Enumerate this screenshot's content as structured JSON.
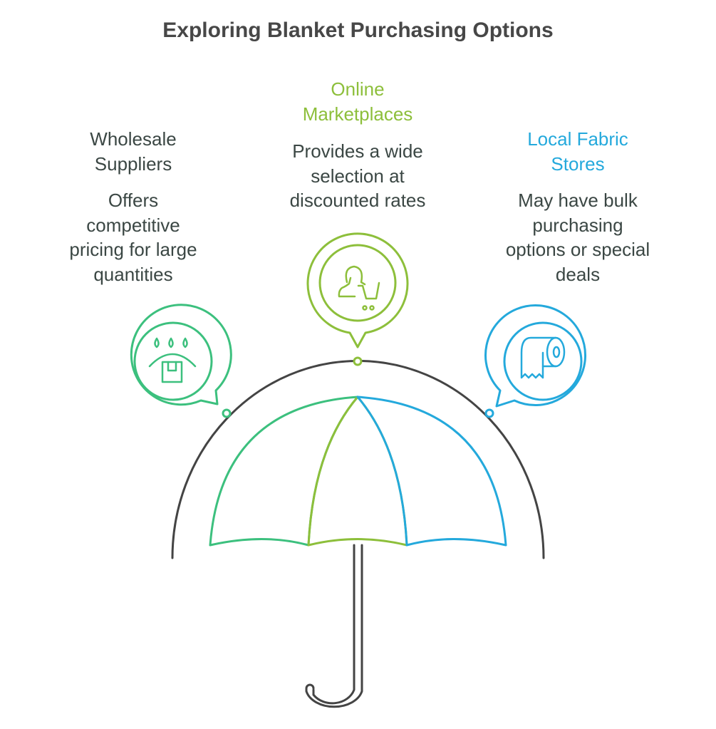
{
  "title": "Exploring Blanket Purchasing Options",
  "colors": {
    "wholesale": "#3cc07e",
    "online": "#8dbf3b",
    "local": "#24a9dc",
    "umbrella": "#444444",
    "text": "#3b4744"
  },
  "options": [
    {
      "heading": "Wholesale\nSuppliers",
      "description": "Offers\ncompetitive\npricing for large\nquantities",
      "icon": "rain-drops-box-icon"
    },
    {
      "heading": "Online\nMarketplaces",
      "description": "Provides a wide\nselection at\ndiscounted rates",
      "icon": "person-shopping-cart-icon"
    },
    {
      "heading": "Local Fabric\nStores",
      "description": "May have bulk\npurchasing\noptions or special\ndeals",
      "icon": "fabric-roll-icon"
    }
  ]
}
